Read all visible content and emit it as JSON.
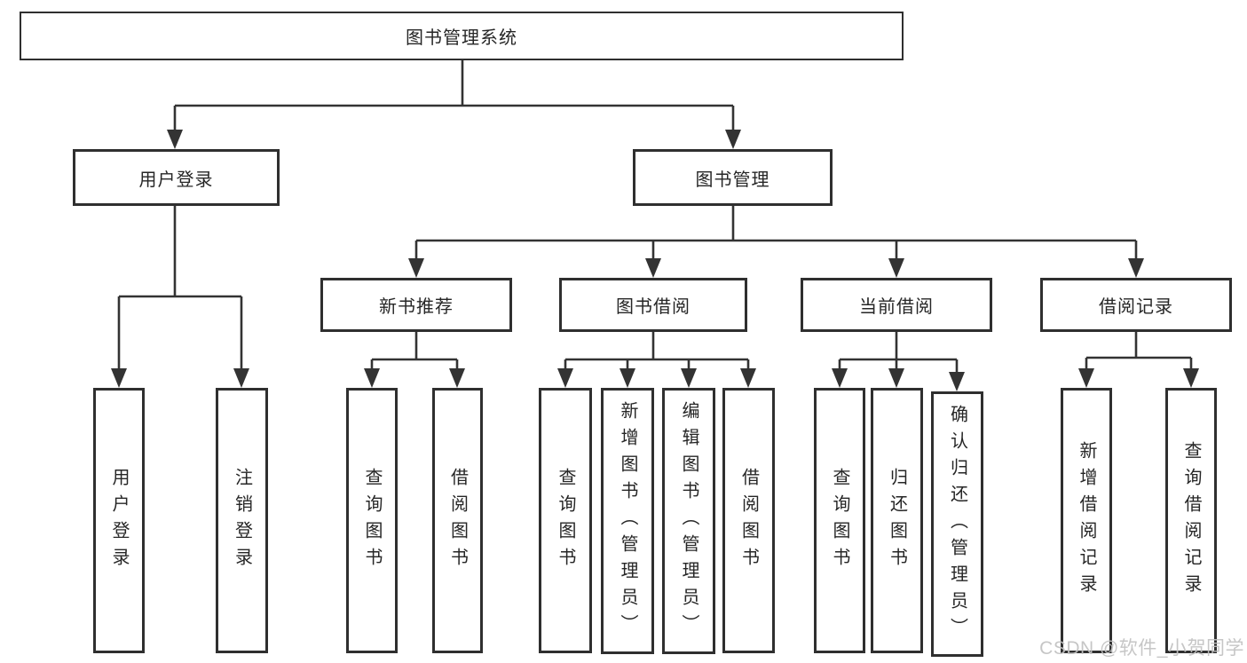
{
  "diagram": {
    "root": {
      "label": "图书管理系统"
    },
    "branches": [
      {
        "label": "用户登录",
        "children": [
          {
            "label": "用户登录"
          },
          {
            "label": "注销登录"
          }
        ]
      },
      {
        "label": "图书管理",
        "children": [
          {
            "label": "新书推荐",
            "children": [
              {
                "label": "查询图书"
              },
              {
                "label": "借阅图书"
              }
            ]
          },
          {
            "label": "图书借阅",
            "children": [
              {
                "label": "查询图书"
              },
              {
                "label": "新增图书（管理员）"
              },
              {
                "label": "编辑图书（管理员）"
              },
              {
                "label": "借阅图书"
              }
            ]
          },
          {
            "label": "当前借阅",
            "children": [
              {
                "label": "查询图书"
              },
              {
                "label": "归还图书"
              },
              {
                "label": "确认归还（管理员）"
              }
            ]
          },
          {
            "label": "借阅记录",
            "children": [
              {
                "label": "新增借阅记录"
              },
              {
                "label": "查询借阅记录"
              }
            ]
          }
        ]
      }
    ]
  },
  "watermark": {
    "text": "CSDN @软件_小贺同学"
  },
  "colors": {
    "line": "#333333",
    "border": "#2f2f2f",
    "text": "#262626",
    "background": "#ffffff",
    "watermark": "#c2c2c2"
  }
}
